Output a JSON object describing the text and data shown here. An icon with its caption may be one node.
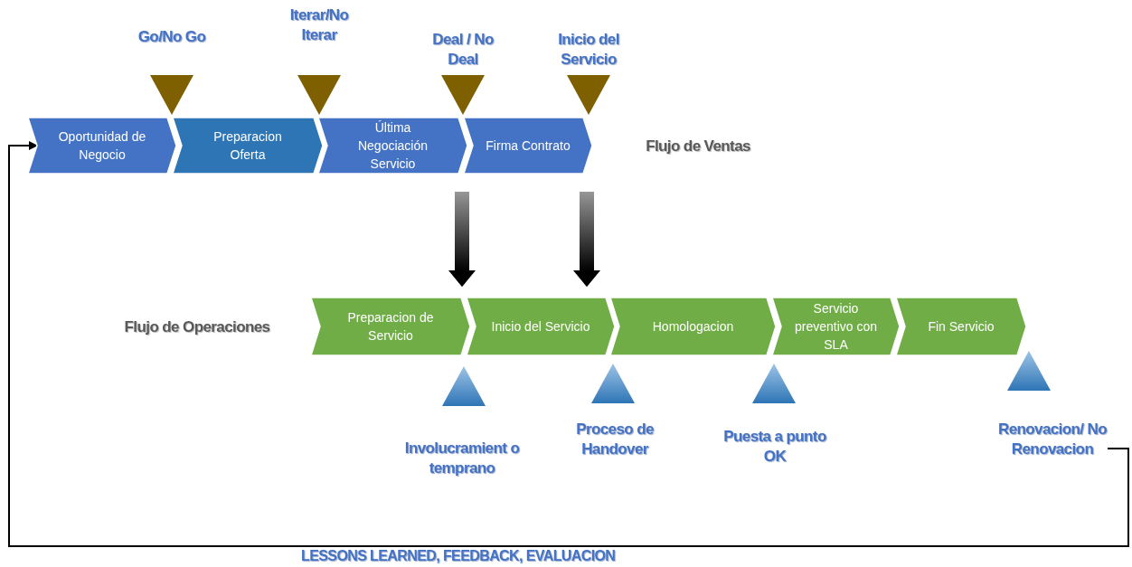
{
  "diagram": {
    "nodes": [
      {
        "text": [
          "Go/No Go"
        ]
      },
      {
        "text": [
          "Iterar/No Iterar"
        ]
      },
      {
        "text": [
          "Deal / No Deal"
        ]
      },
      {
        "text": [
          "Inicio del Servicio"
        ]
      },
      {
        "text": [
          "Oportunidad de Negocio"
        ]
      },
      {
        "text": [
          "Preparacion Oferta"
        ]
      },
      {
        "text": [
          "Última Negociación Servicio"
        ]
      },
      {
        "text": [
          "Firma Contrato"
        ]
      },
      {
        "text": [
          "Preparacion de Servicio"
        ]
      },
      {
        "text": [
          "Inicio del Servicio"
        ]
      },
      {
        "text": [
          "Homologacion"
        ]
      },
      {
        "text": [
          "Servicio preventivo con SLA"
        ]
      },
      {
        "text": [
          "Fin Servicio"
        ]
      },
      {
        "text": [
          "Involucramient o temprano"
        ]
      },
      {
        "text": [
          "Proceso de Handover"
        ]
      },
      {
        "text": [
          "Puesta a punto OK"
        ]
      },
      {
        "text": [
          "Renovacion/ No Renovacion"
        ]
      }
    ],
    "edges": [
      {
        "from": 6,
        "to": 8,
        "arrow": "to",
        "style": "thick"
      },
      {
        "from": 7,
        "to": 9,
        "arrow": "to",
        "style": "thick"
      },
      {
        "from": 16,
        "to": 4,
        "arrow": "to",
        "label": "LESSONS LEARNED, FEEDBACK, EVALUACION"
      }
    ],
    "labels": [
      "Flujo de Ventas",
      "Flujo de Operaciones"
    ]
  }
}
